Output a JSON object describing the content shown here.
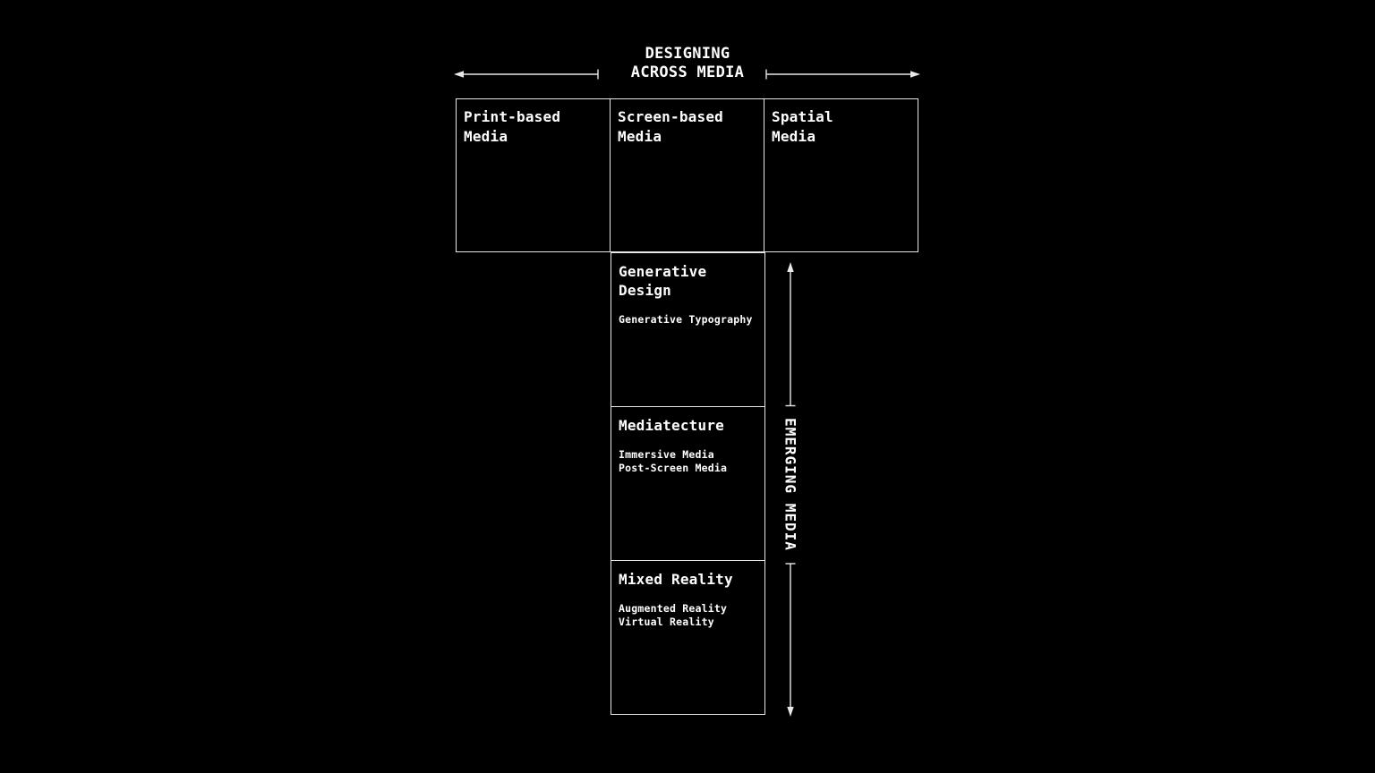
{
  "colors": {
    "background": "#000000",
    "text": "#ffffff",
    "border": "#e8e8e8"
  },
  "axes": {
    "horizontal": {
      "label_lines": [
        "DESIGNING",
        "ACROSS MEDIA"
      ]
    },
    "vertical": {
      "label": "EMERGING MEDIA"
    }
  },
  "media_row": {
    "cells": [
      {
        "label": "Print-based\nMedia"
      },
      {
        "label": "Screen-based\nMedia"
      },
      {
        "label": "Spatial\nMedia"
      }
    ]
  },
  "emerging_boxes": [
    {
      "title": "Generative\nDesign",
      "items": [
        "Generative Typography"
      ]
    },
    {
      "title": "Mediatecture",
      "items": [
        "Immersive Media",
        "Post-Screen Media"
      ]
    },
    {
      "title": "Mixed Reality",
      "items": [
        "Augmented Reality",
        "Virtual Reality"
      ]
    }
  ]
}
